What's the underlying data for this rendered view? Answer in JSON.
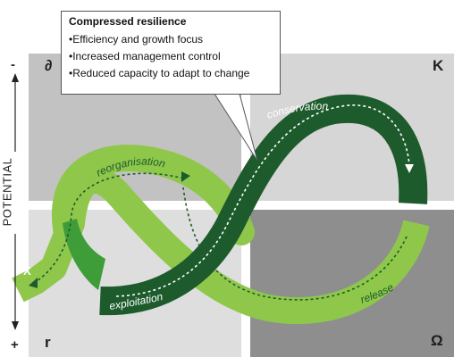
{
  "callout": {
    "title": "Compressed resilience",
    "items": [
      "•Efficiency and growth focus",
      "•Increased management control",
      "•Reduced capacity to adapt to change"
    ]
  },
  "axis": {
    "label": "POTENTIAL",
    "top_sign": "-",
    "bottom_sign": "+"
  },
  "corners": {
    "top_left": "∂",
    "top_right": "K",
    "bottom_left": "r",
    "bottom_right": "Ω"
  },
  "phases": {
    "conservation": "conservation",
    "release": "release",
    "reorganisation": "reorganisation",
    "exploitation": "exploitation",
    "exit": "X"
  },
  "colors": {
    "dark_green": "#1d5b2c",
    "mid_green": "#3e9c39",
    "light_green": "#8fc74a",
    "quad_top_left": "#c2c2c2",
    "quad_top_right": "#d6d6d6",
    "quad_bottom_left": "#dedede",
    "quad_bottom_right": "#8e8e8e"
  }
}
